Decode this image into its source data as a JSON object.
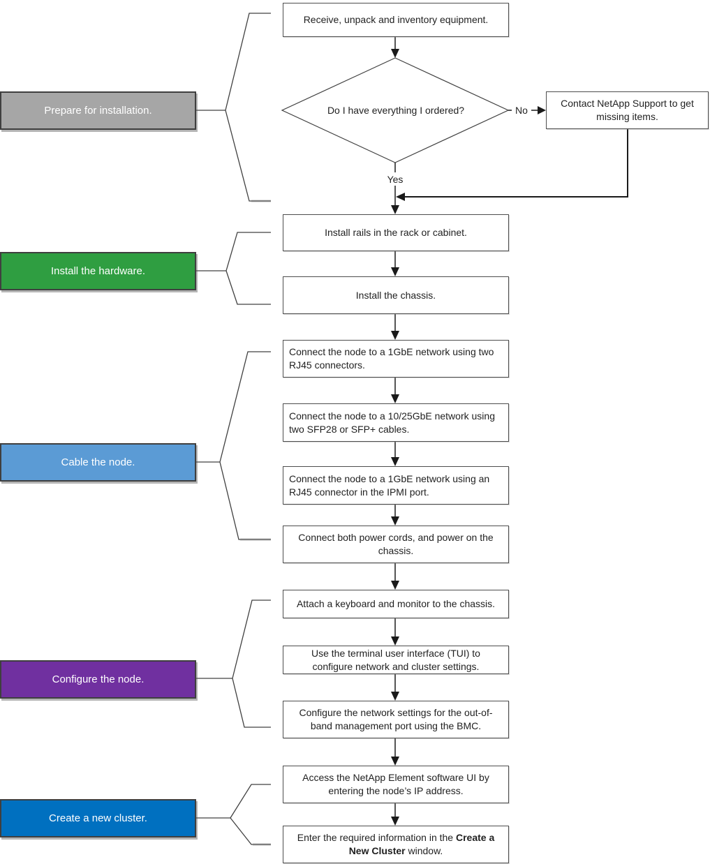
{
  "diagram": {
    "kind": "installation-workflow-flowchart",
    "background": "#ffffff"
  },
  "colors": {
    "line": "#404040",
    "box_border": "#4d4d4d",
    "box_fill": "#ffffff",
    "text": "#1f1f1f",
    "phase_text": "#ffffff",
    "phase_prepare": "#a6a6a6",
    "phase_hardware": "#2f9e41",
    "phase_cable": "#5b9bd5",
    "phase_configure": "#7030a0",
    "phase_create": "#0070c0"
  },
  "phases": [
    {
      "label": "Prepare for installation."
    },
    {
      "label": "Install the hardware."
    },
    {
      "label": "Cable the node."
    },
    {
      "label": "Configure the node."
    },
    {
      "label": "Create a new cluster."
    }
  ],
  "decision": {
    "question": "Do I have everything I ordered?",
    "yes_label": "Yes",
    "no_label": "No",
    "no_action": "Contact NetApp Support to get\nmissing items."
  },
  "steps": {
    "receive": "Receive, unpack and inventory equipment.",
    "rails": "Install rails in the rack or cabinet.",
    "chassis": "Install the chassis.",
    "network_1gbe": "Connect the node to a 1GbE network using two\nRJ45 connectors.",
    "network_10_25gbe": "Connect the node to a 10/25GbE network using\ntwo SFP28 or SFP+ cables.",
    "ipmi": "Connect the node to a 1GbE network using an\nRJ45 connector in the IPMI port.",
    "power": "Connect both power cords, and power on the\nchassis.",
    "keyboard": "Attach a keyboard and monitor to the chassis.",
    "tui": "Use the terminal user interface (TUI) to\nconfigure network and cluster settings.",
    "bmc": "Configure the network settings for the out-of-\nband management port using the BMC.",
    "element_ui": "Access the NetApp Element software UI by\nentering the node’s IP address.",
    "create_cluster": {
      "pre": "Enter the required information in the ",
      "bold": "Create a\nNew Cluster",
      "post": " window."
    }
  }
}
